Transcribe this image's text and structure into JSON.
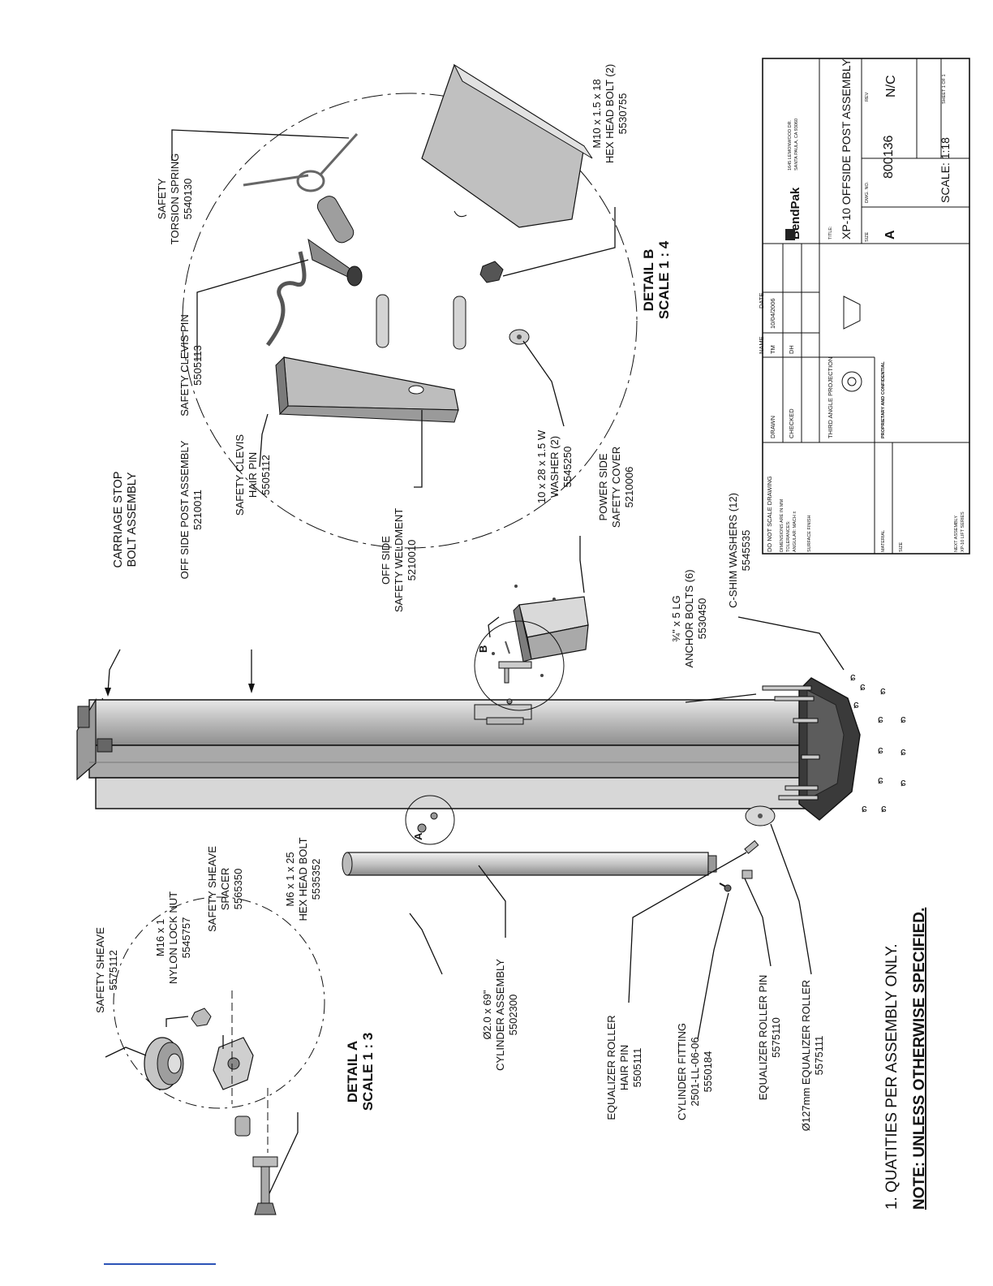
{
  "labels": {
    "carriage": [
      "CARRIAGE STOP",
      "BOLT ASSEMBLY"
    ],
    "post": [
      "OFF SIDE POST ASSEMBLY",
      "5210011"
    ],
    "weldment": [
      "OFF SIDE",
      "SAFETY WELDMENT",
      "5210010"
    ],
    "cover": [
      "POWER SIDE",
      "SAFETY COVER",
      "5210006"
    ],
    "anchor": [
      "¾\" x 5 LG",
      "ANCHOR BOLTS (6)",
      "5530450"
    ],
    "shim": [
      "C-SHIM WASHERS (12)",
      "5545535"
    ],
    "hairpin": [
      "SAFETY CLEVIS",
      "HAIR PIN",
      "5505112"
    ],
    "clevis_pin": [
      "SAFETY CLEVIS PIN",
      "5505113"
    ],
    "torsion": [
      "SAFETY",
      "TORSION SPRING",
      "5540130"
    ],
    "hex_b": [
      "M10 x 1.5 x 18",
      "HEX HEAD BOLT (2)",
      "5530755"
    ],
    "washer_b": [
      "10 x 28 x 1.5 W",
      "WASHER (2)",
      "5545250"
    ],
    "sheave": [
      "SAFETY SHEAVE",
      "5575112"
    ],
    "nut": [
      "M16 x 1",
      "NYLON LOCK NUT",
      "5545757"
    ],
    "spacer": [
      "SAFETY SHEAVE",
      "SPACER",
      "5565350"
    ],
    "hex_a": [
      "M6 x 1 x 25",
      "HEX HEAD BOLT",
      "5535352"
    ],
    "cylinder": [
      "Ø2.0 x 69\"",
      "CYLINDER ASSEMBLY",
      "5502300"
    ],
    "eq_hairpin": [
      "EQUALIZER ROLLER",
      "HAIR PIN",
      "5505111"
    ],
    "fitting": [
      "CYLINDER FITTING",
      "2501-LL-06-06",
      "5550184"
    ],
    "eq_pin": [
      "EQUALIZER ROLLER PIN",
      "5575110"
    ],
    "eq_roller": [
      "Ø127mm EQUALIZER ROLLER",
      "5575111"
    ]
  },
  "details": {
    "a_title": "DETAIL A",
    "a_scale": "SCALE 1 : 3",
    "b_title": "DETAIL B",
    "b_scale": "SCALE 1 : 4",
    "a_callout": "A",
    "b_callout": "B"
  },
  "notes": {
    "item": "1.    QUATITIES PER ASSEMBLY ONLY.",
    "note": "NOTE: UNLESS OTHERWISE SPECIFIED."
  },
  "title_block": {
    "not_scale": "DO NOT SCALE DRAWING",
    "dimensions": "DIMENSIONS ARE IN MM",
    "tolerances": "TOLERANCES:",
    "angular": "ANGULAR: MACH ±",
    "surface": "SURFACE FINISH",
    "material": "MATERIAL",
    "size": "SIZE",
    "next_assembly": "NEXT ASSEMBLY",
    "next_assembly_value": "XP-10 LIFT SERIES",
    "drawn": "DRAWN",
    "checked": "CHECKED",
    "name_hdr": "NAME",
    "date_hdr": "DATE",
    "drawn_name": "TM",
    "drawn_date": "10/04/2006",
    "checked_name": "DH",
    "projection": "THIRD ANGLE PROJECTION",
    "proprietary": "PROPRIETARY AND CONFIDENTIAL",
    "company": "BendPak",
    "address_1": "1645 LEMONWOOD DR.",
    "address_2": "SANTA PAULA, CA 93060",
    "title_label": "TITLE:",
    "title": "XP-10 OFFSIDE POST ASSEMBLY",
    "size_label": "SIZE",
    "dwg_label": "DWG. NO.",
    "rev_label": "REV",
    "size_value": "A",
    "dwg_no": "800136",
    "rev": "N/C",
    "scale": "SCALE: 1:18",
    "sheet": "SHEET 1 OF 1"
  },
  "colors": {
    "part_fill": "#c9c9c9",
    "part_dark": "#8a8a8a",
    "base_dark": "#3a3a3a",
    "footer_line": "#2c53b7"
  }
}
